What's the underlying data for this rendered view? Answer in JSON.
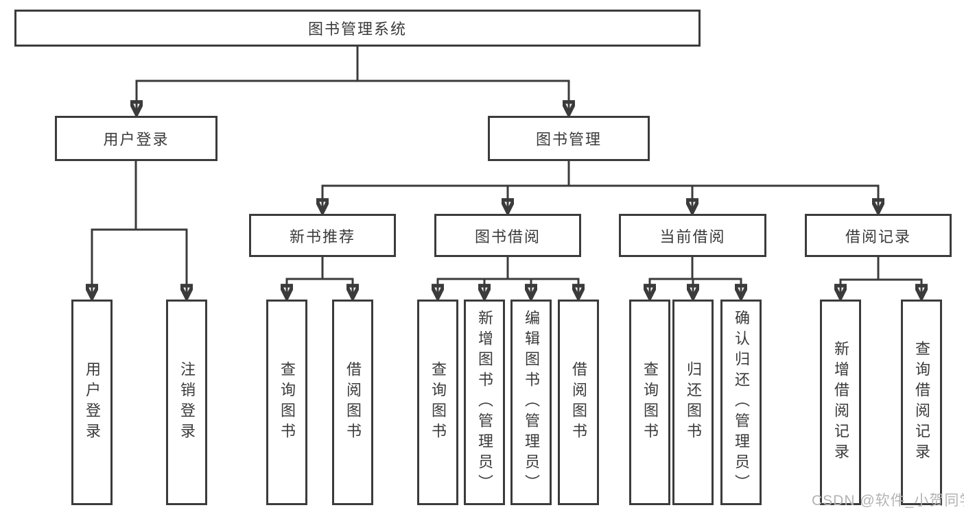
{
  "root": {
    "label": "图书管理系统"
  },
  "branches": [
    {
      "label": "用户登录",
      "children": [
        {
          "label": "用户登录"
        },
        {
          "label": "注销登录"
        }
      ]
    },
    {
      "label": "图书管理",
      "children": [
        {
          "label": "新书推荐",
          "children": [
            {
              "label": "查询图书"
            },
            {
              "label": "借阅图书"
            }
          ]
        },
        {
          "label": "图书借阅",
          "children": [
            {
              "label": "查询图书"
            },
            {
              "label": "新增图书（管理员）"
            },
            {
              "label": "编辑图书（管理员）"
            },
            {
              "label": "借阅图书"
            }
          ]
        },
        {
          "label": "当前借阅",
          "children": [
            {
              "label": "查询图书"
            },
            {
              "label": "归还图书"
            },
            {
              "label": "确认归还（管理员）"
            }
          ]
        },
        {
          "label": "借阅记录",
          "children": [
            {
              "label": "新增借阅记录"
            },
            {
              "label": "查询借阅记录"
            }
          ]
        }
      ]
    }
  ],
  "watermark": {
    "text": "CSDN @软件_小贺同学"
  },
  "colors": {
    "line": "#3b3b3b",
    "box_border": "#3b3b3b",
    "text": "#3a3a3a",
    "background": "#ffffff",
    "watermark": "#b3b3b3"
  }
}
